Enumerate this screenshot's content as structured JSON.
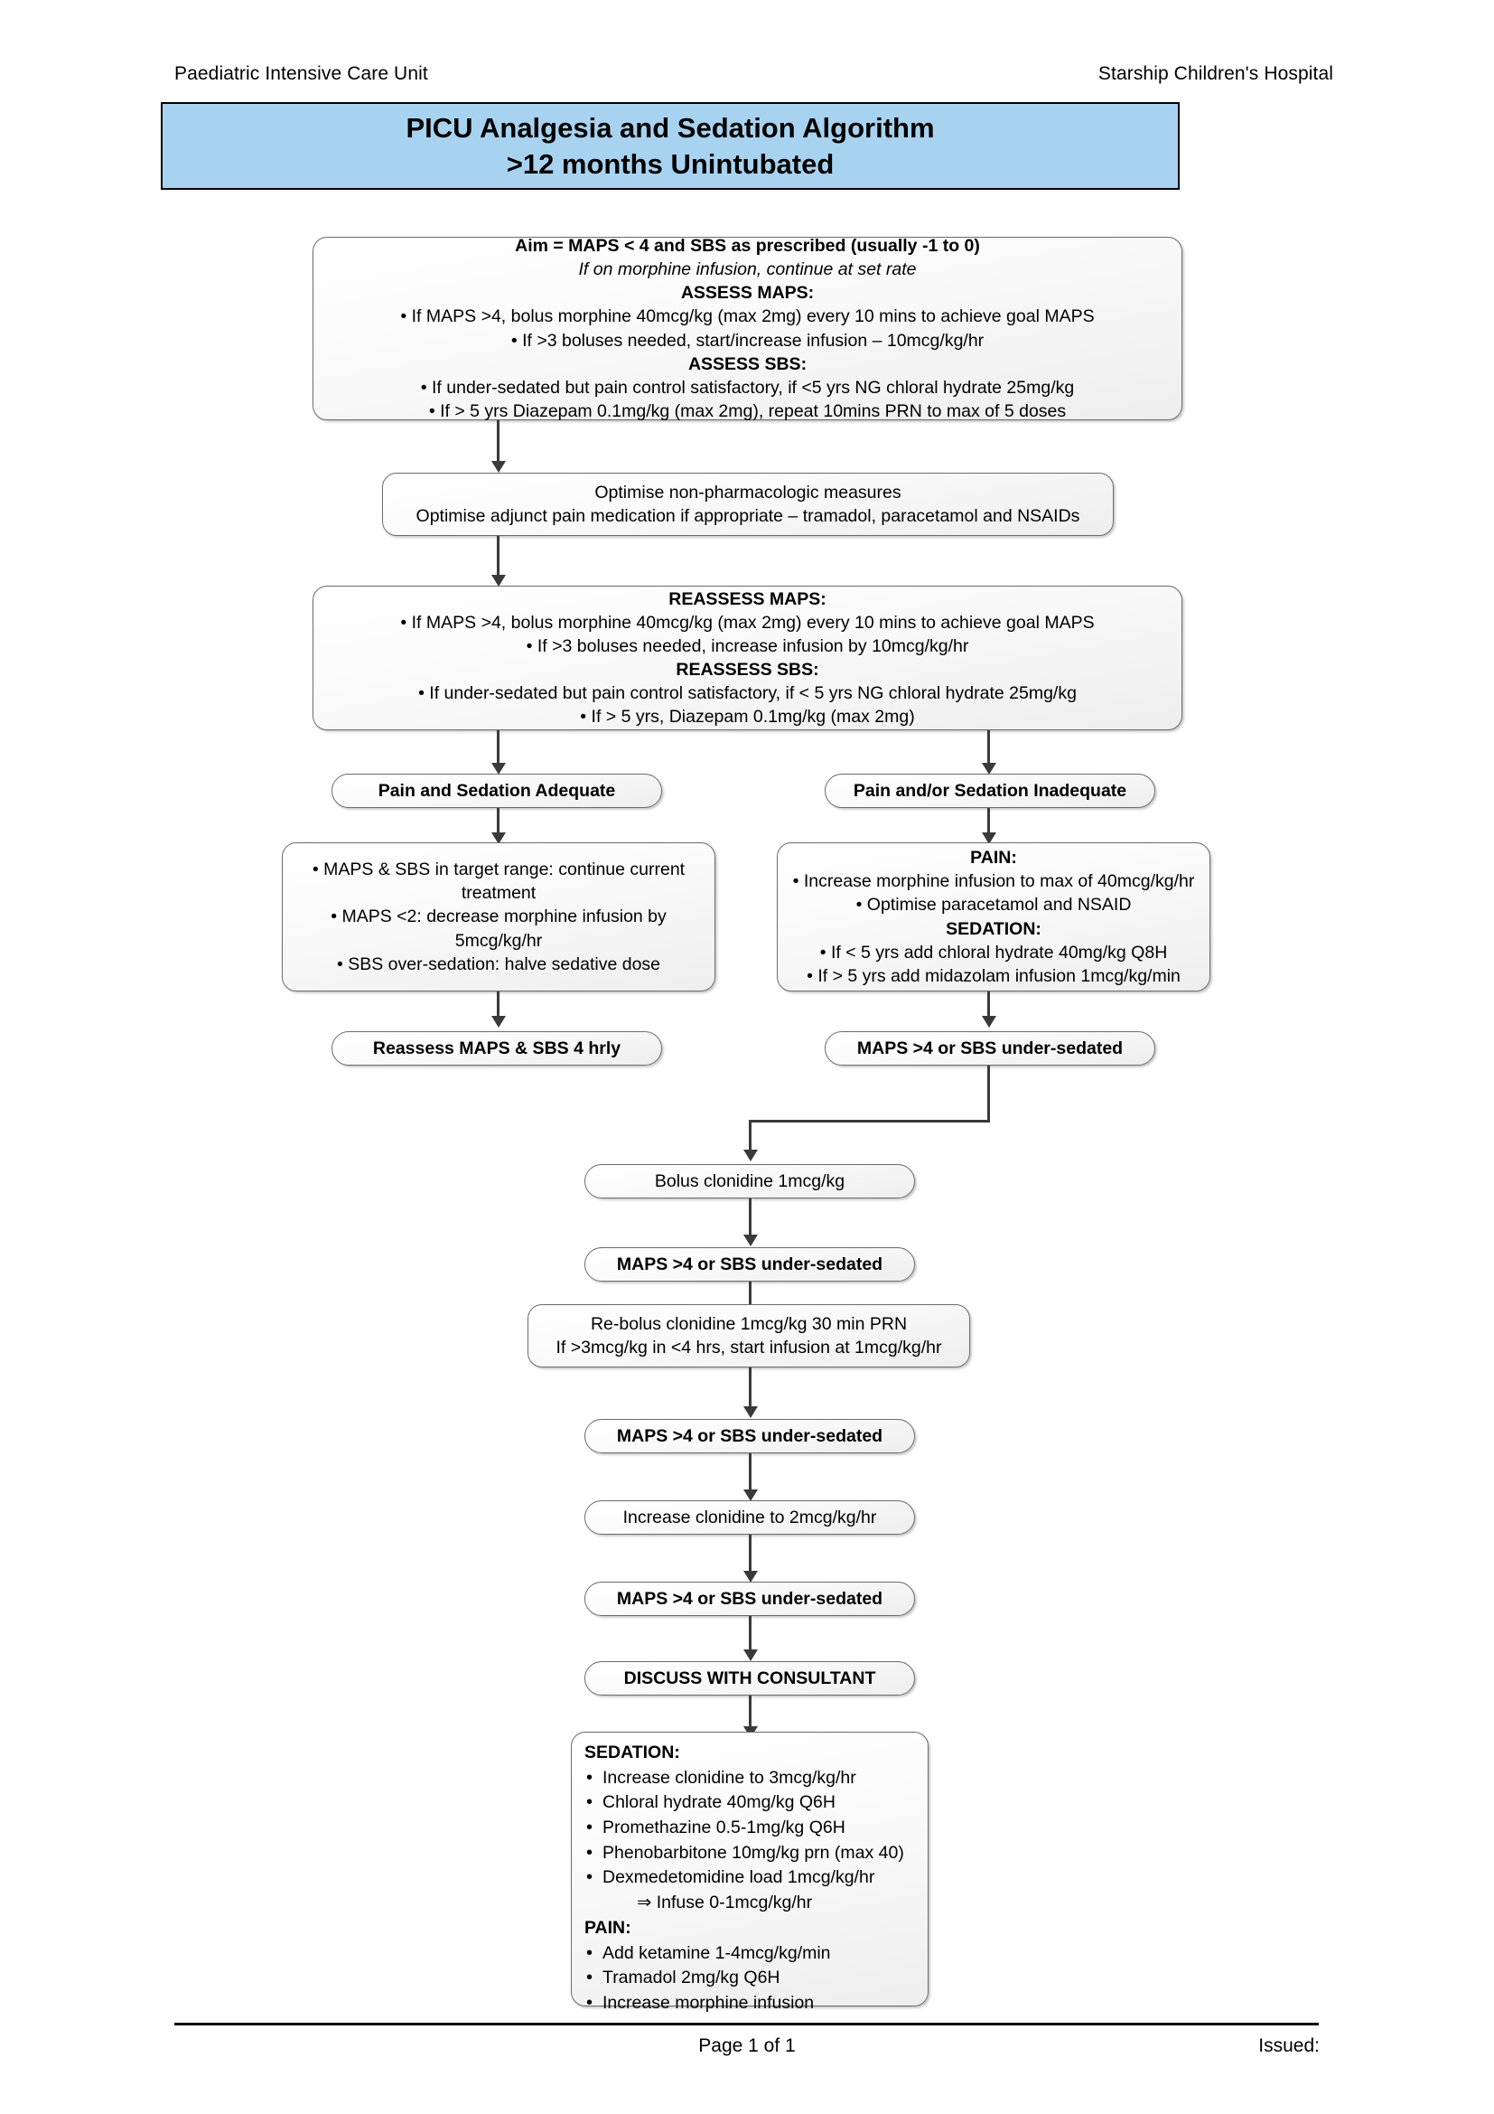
{
  "header": {
    "left": "Paediatric Intensive Care Unit",
    "right": "Starship Children's Hospital",
    "title_line1": "PICU Analgesia and Sedation Algorithm",
    "title_line2": ">12 months Unintubated",
    "banner_color": "#a8d3f0"
  },
  "footer": {
    "page": "Page 1 of 1",
    "issued": "Issued:"
  },
  "flow": {
    "aim": {
      "l1": "Aim = MAPS < 4 and SBS as prescribed (usually -1 to 0)",
      "l2": "If on morphine infusion, continue at set rate",
      "l3": "ASSESS MAPS:",
      "l4": "• If MAPS >4, bolus morphine 40mcg/kg (max 2mg) every 10 mins to achieve goal MAPS",
      "l5": "• If >3 boluses needed, start/increase infusion – 10mcg/kg/hr",
      "l6": "ASSESS SBS:",
      "l7": "• If under-sedated but pain control satisfactory, if <5 yrs NG chloral hydrate 25mg/kg",
      "l8": "• If > 5 yrs Diazepam 0.1mg/kg (max 2mg), repeat 10mins PRN to max of 5 doses"
    },
    "optimise": {
      "l1": "Optimise non-pharmacologic measures",
      "l2": "Optimise adjunct pain medication if appropriate – tramadol, paracetamol and NSAIDs"
    },
    "reassess": {
      "l1": "REASSESS MAPS:",
      "l2": "• If MAPS >4, bolus morphine 40mcg/kg (max 2mg) every 10 mins to achieve goal MAPS",
      "l3": "• If >3 boluses needed, increase infusion by 10mcg/kg/hr",
      "l4": "REASSESS SBS:",
      "l5": "• If under-sedated but pain control satisfactory, if < 5 yrs NG chloral hydrate 25mg/kg",
      "l6": "• If > 5 yrs, Diazepam 0.1mg/kg (max 2mg)"
    },
    "branch_left_label": "Pain and Sedation Adequate",
    "branch_right_label": "Pain and/or Sedation Inadequate",
    "adequate_box": {
      "l1": "• MAPS & SBS in target range: continue current treatment",
      "l2": "• MAPS <2: decrease morphine infusion by 5mcg/kg/hr",
      "l3": "• SBS over-sedation: halve sedative dose"
    },
    "inadequate_box": {
      "l1": "PAIN:",
      "l2": "• Increase morphine infusion to max of 40mcg/kg/hr",
      "l3": "• Optimise paracetamol and NSAID",
      "l4": "SEDATION:",
      "l5": "• If < 5 yrs add chloral hydrate 40mg/kg Q8H",
      "l6": "• If > 5 yrs add midazolam infusion 1mcg/kg/min"
    },
    "reassess_4hrly": "Reassess MAPS & SBS 4 hrly",
    "undersedated_1": "MAPS >4 or SBS under-sedated",
    "bolus_clonidine": "Bolus clonidine 1mcg/kg",
    "undersedated_2": "MAPS >4 or SBS under-sedated",
    "rebolus": {
      "l1": "Re-bolus clonidine 1mcg/kg 30 min PRN",
      "l2": "If >3mcg/kg in <4 hrs, start infusion at 1mcg/kg/hr"
    },
    "undersedated_3": "MAPS >4 or SBS under-sedated",
    "increase_clonidine": "Increase clonidine to 2mcg/kg/hr",
    "undersedated_4": "MAPS >4 or SBS under-sedated",
    "discuss": "DISCUSS WITH CONSULTANT",
    "final_box": {
      "sedation_heading": "SEDATION:",
      "sedation_items": [
        "Increase clonidine to 3mcg/kg/hr",
        "Chloral hydrate 40mg/kg Q6H",
        "Promethazine 0.5-1mg/kg Q6H",
        "Phenobarbitone 10mg/kg prn (max 40)",
        "Dexmedetomidine load 1mcg/kg/hr"
      ],
      "sedation_sub": "⇒  Infuse 0-1mcg/kg/hr",
      "pain_heading": "PAIN:",
      "pain_items": [
        "Add ketamine 1-4mcg/kg/min",
        "Tramadol 2mg/kg Q6H",
        "Increase morphine infusion"
      ]
    }
  }
}
